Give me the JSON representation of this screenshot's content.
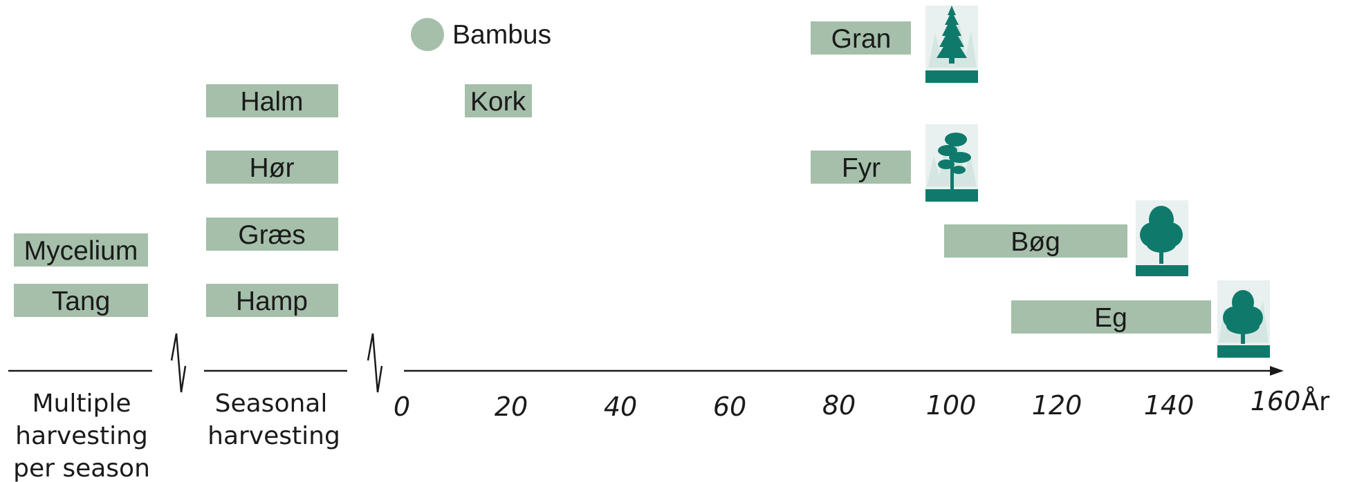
{
  "colors": {
    "bar": "#a5bfaa",
    "tree": "#0f7a6b",
    "tree_bg": "#d5e6e2",
    "axis": "#1a1a1a"
  },
  "groups": {
    "multiple": {
      "lines": [
        "Multiple",
        "harvesting",
        "per season"
      ]
    },
    "seasonal": {
      "lines": [
        "Seasonal",
        "harvesting"
      ]
    }
  },
  "materials": {
    "bambus": "Bambus",
    "gran": "Gran",
    "halm": "Halm",
    "kork": "Kork",
    "hor": "Hør",
    "fyr": "Fyr",
    "graes": "Græs",
    "bog": "Bøg",
    "mycelium": "Mycelium",
    "tang": "Tang",
    "hamp": "Hamp",
    "eg": "Eg"
  },
  "axis": {
    "ticks": [
      "0",
      "20",
      "40",
      "60",
      "80",
      "100",
      "120",
      "140",
      "160"
    ],
    "unit": "År"
  },
  "tree_icons": [
    "conifer-icon",
    "pine-icon",
    "deciduous-tree-icon",
    "oak-tree-icon"
  ]
}
